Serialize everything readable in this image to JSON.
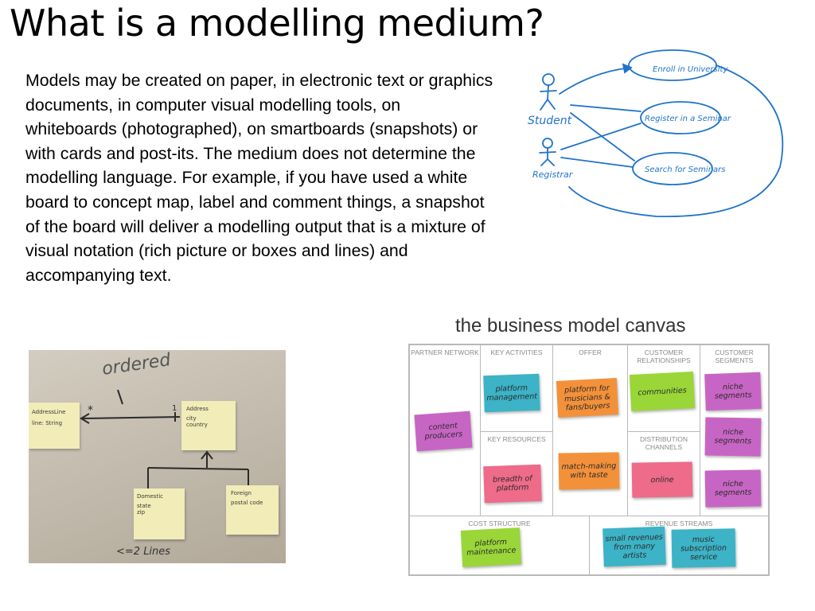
{
  "slide": {
    "title": "What is a modelling medium?",
    "body": "Models may be created on paper, in electronic text or graphics documents, in computer visual modelling tools, on whiteboards (photographed), on smartboards (snapshots) or with cards and post-its. The medium does not determine the modelling language. For example, if you have used a white board to concept map, label and comment things, a snapshot of the board will deliver a modelling output that is a mixture of visual notation (rich picture or boxes and lines) and accompanying text."
  },
  "uml_sketch": {
    "actors": [
      "Student",
      "Registrar"
    ],
    "use_cases": [
      "Enroll in University",
      "Register in a Seminar",
      "Search for Seminars"
    ]
  },
  "photo_sketch": {
    "annotation_top": "ordered",
    "annotation_bottom": "<=2 Lines",
    "notes": [
      {
        "title": "AddressLine",
        "body": "line: String"
      },
      {
        "title": "Address",
        "body": "city country"
      },
      {
        "title": "Domestic",
        "body": "state zip"
      },
      {
        "title": "Foreign",
        "body": "postal code"
      }
    ],
    "multiplicity_left": "*",
    "multiplicity_right": "1"
  },
  "bmc": {
    "title": "the business model canvas",
    "labels": {
      "partner": "PARTNER NETWORK",
      "activities": "KEY ACTIVITIES",
      "offer": "OFFER",
      "relationships": "CUSTOMER RELATIONSHIPS",
      "segments": "CUSTOMER SEGMENTS",
      "resources": "KEY RESOURCES",
      "channels": "DISTRIBUTION CHANNELS",
      "cost": "COST STRUCTURE",
      "revenue": "REVENUE STREAMS"
    },
    "notes": {
      "content_producers": "content producers",
      "platform_management": "platform management",
      "platform_for": "platform for musicians & fans/buyers",
      "communities": "communities",
      "niche1": "niche segments",
      "niche2": "niche segments",
      "niche3": "niche segments",
      "breadth": "breadth of platform",
      "matchmaking": "match-making with taste",
      "online": "online",
      "platform_maintenance": "platform maintenance",
      "small_revenues": "small revenues from many artists",
      "music_subscription": "music subscription service"
    }
  }
}
